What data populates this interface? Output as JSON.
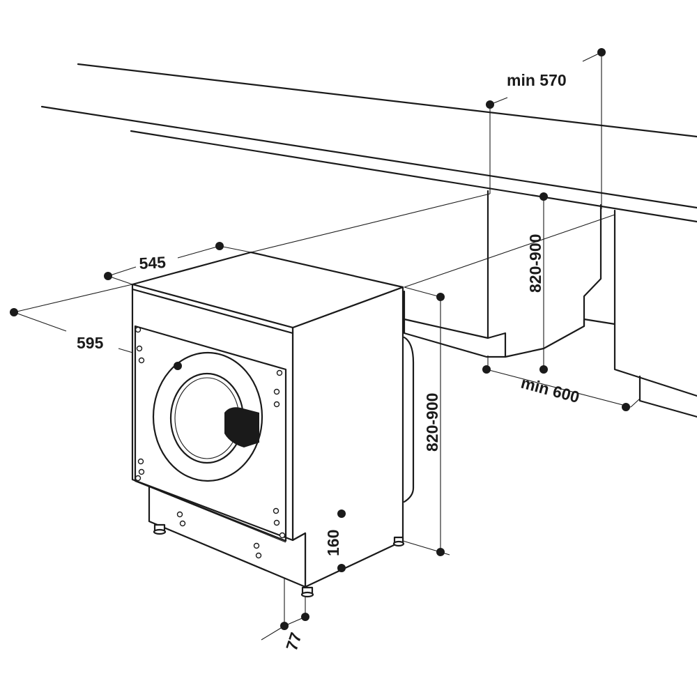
{
  "dimensions": {
    "top_clearance": "min 570",
    "depth": "545",
    "width": "595",
    "niche_height": "820-900",
    "appliance_height": "820-900",
    "niche_width": "min 600",
    "plinth_height": "160",
    "foot_setback": "77"
  },
  "colors": {
    "line": "#1a1a1a",
    "background": "#ffffff",
    "handle": "#1a1a1a"
  }
}
